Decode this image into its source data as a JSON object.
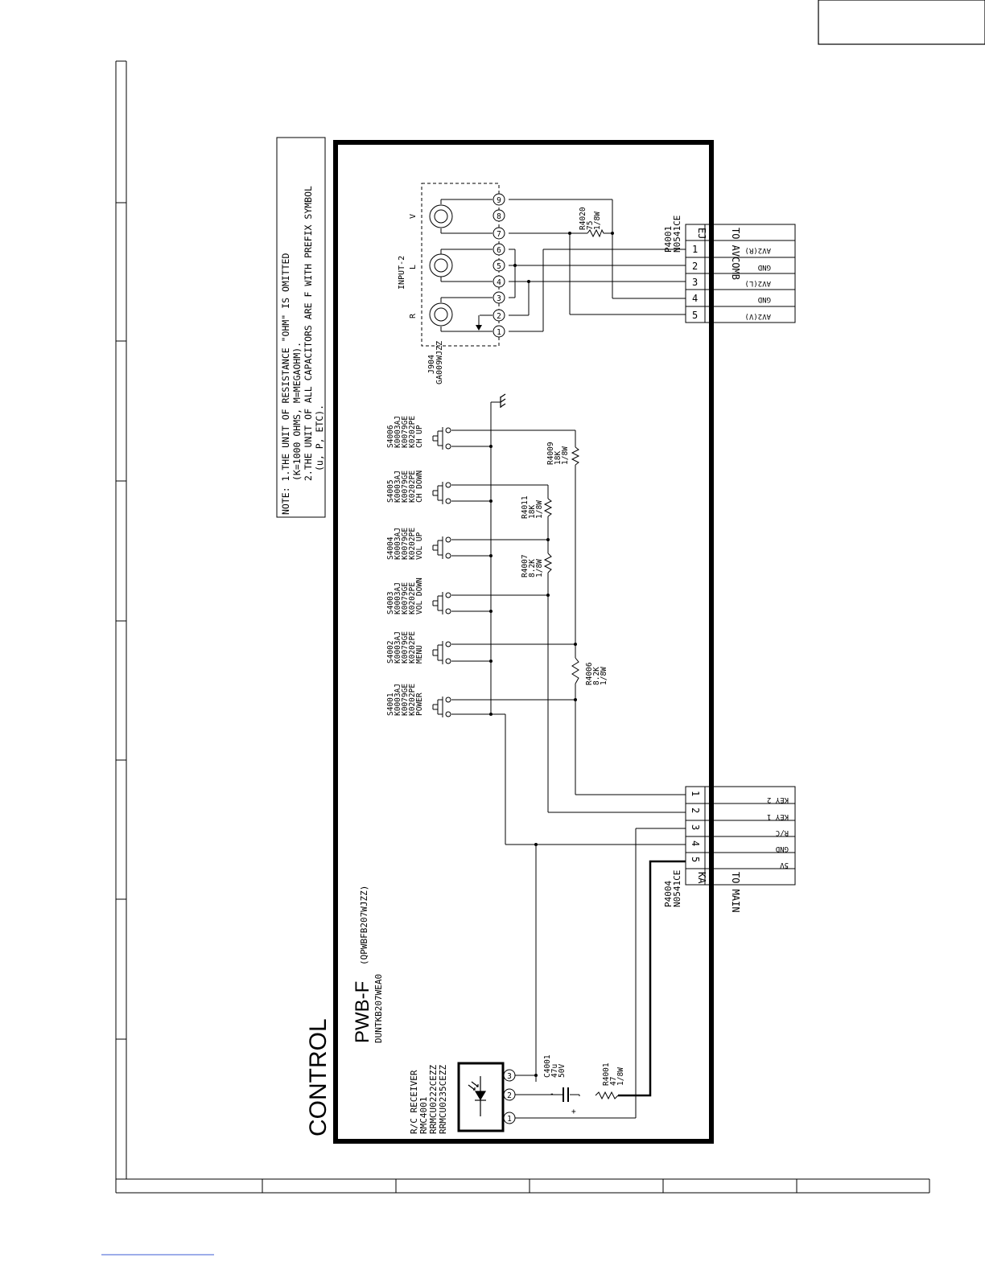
{
  "title": "CONTROL",
  "board": {
    "name": "PWB-F",
    "part": "(QPWBFB207WJZZ)",
    "unit": "DUNTKB207WEA0"
  },
  "note": {
    "line1": "NOTE: 1.THE UNIT OF RESISTANCE \"OHM\" IS OMITTED",
    "line2": "(K=1000 OHMS, M=MEGAOHM).",
    "line3": "2.THE UNIT OF ALL CAPACITORS ARE F WITH PREFIX SYMBOL",
    "line4": "(u, P, ETC)."
  },
  "receiver": {
    "line1": "R/C RECEIVER",
    "line2": "RMC4001",
    "line3": "RRMCU0222CEZZ",
    "line4": "RRMCU0235CEZZ",
    "pins": [
      "1",
      "2",
      "3"
    ]
  },
  "c4001": {
    "ref": "C4001",
    "value": "47u",
    "volt": "50V",
    "plus": "+",
    "minus": "-"
  },
  "r4001": {
    "ref": "R4001",
    "value": "47",
    "watt": "1/8W"
  },
  "switches": [
    {
      "ref": "S4001",
      "p1": "K0003AJ",
      "p2": "K0079GE",
      "p3": "K0202PE",
      "fn": "POWER"
    },
    {
      "ref": "S4002",
      "p1": "K0003AJ",
      "p2": "K0079GE",
      "p3": "K0202PE",
      "fn": "MENU"
    },
    {
      "ref": "S4003",
      "p1": "K0003AJ",
      "p2": "K0079GE",
      "p3": "K0202PE",
      "fn": "VOL DOWN"
    },
    {
      "ref": "S4004",
      "p1": "K0003AJ",
      "p2": "K0079GE",
      "p3": "K0202PE",
      "fn": "VOL UP"
    },
    {
      "ref": "S4005",
      "p1": "K0003AJ",
      "p2": "K0079GE",
      "p3": "K0202PE",
      "fn": "CH DOWN"
    },
    {
      "ref": "S4006",
      "p1": "K0003AJ",
      "p2": "K0079GE",
      "p3": "K0202PE",
      "fn": "CH UP"
    }
  ],
  "resistors": {
    "r4006": {
      "ref": "R4006",
      "value": "8.2K",
      "watt": "1/8W"
    },
    "r4007": {
      "ref": "R4007",
      "value": "8.2K",
      "watt": "1/8W"
    },
    "r4011": {
      "ref": "R4011",
      "value": "18K",
      "watt": "1/8W"
    },
    "r4009": {
      "ref": "R4009",
      "value": "18K",
      "watt": "1/8W"
    },
    "r4020": {
      "ref": "R4020",
      "value": "75",
      "watt": "1/8W"
    }
  },
  "jack": {
    "ref": "J904",
    "part": "GA009WJZZ",
    "title": "INPUT-2",
    "r": "R",
    "l": "L",
    "v": "V",
    "pins": [
      "1",
      "2",
      "3",
      "4",
      "5",
      "6",
      "7",
      "8",
      "9"
    ]
  },
  "p4001": {
    "ref": "P4001",
    "part": "N0541CE",
    "code": "EJ",
    "dest": "TO AVCOMB",
    "pins": [
      "1",
      "2",
      "3",
      "4",
      "5"
    ],
    "signals": [
      "AV2(R)",
      "GND",
      "AV2(L)",
      "GND",
      "AV2(V)"
    ]
  },
  "p4004": {
    "ref": "P4004",
    "part": "N0541CE",
    "code": "KA",
    "dest": "TO MAIN",
    "pins": [
      "1",
      "2",
      "3",
      "4",
      "5"
    ],
    "signals": [
      "KEY 2",
      "KEY 1",
      "R/C",
      "GND",
      "5V"
    ]
  }
}
